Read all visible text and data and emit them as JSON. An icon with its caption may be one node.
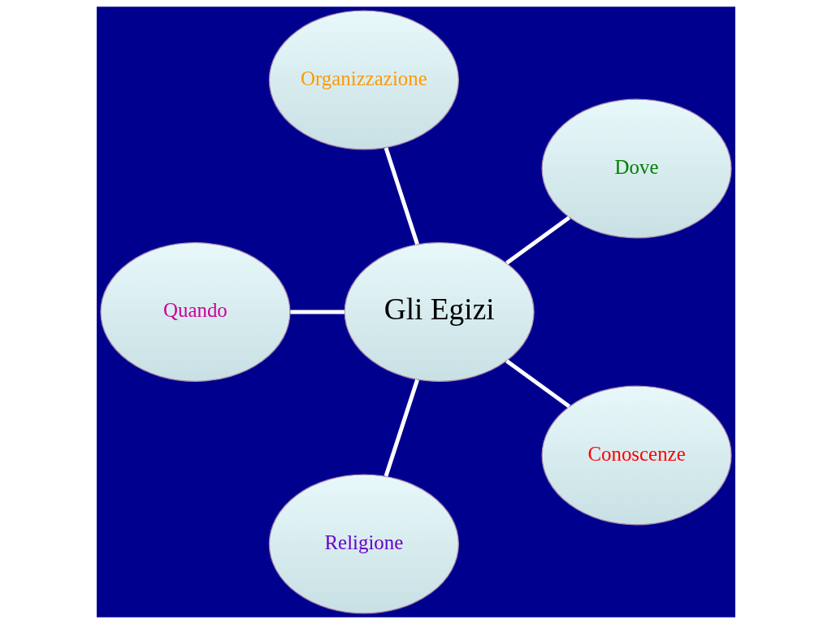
{
  "diagram": {
    "nodes": [
      {
        "text": [
          "Dove"
        ]
      },
      {
        "text": [
          "Organizzazione"
        ]
      },
      {
        "text": [
          "Quando"
        ]
      },
      {
        "text": [
          "Gli Egizi"
        ]
      },
      {
        "text": [
          "Religione"
        ]
      },
      {
        "text": [
          "Conoscenze"
        ]
      }
    ],
    "edges": [
      {
        "from": 3,
        "to": 0,
        "arrow": "none"
      },
      {
        "from": 3,
        "to": 2,
        "arrow": "none"
      },
      {
        "from": 3,
        "to": 5,
        "arrow": "none"
      },
      {
        "from": 3,
        "to": 4,
        "arrow": "none"
      },
      {
        "from": 3,
        "to": 1,
        "arrow": "none"
      }
    ]
  }
}
